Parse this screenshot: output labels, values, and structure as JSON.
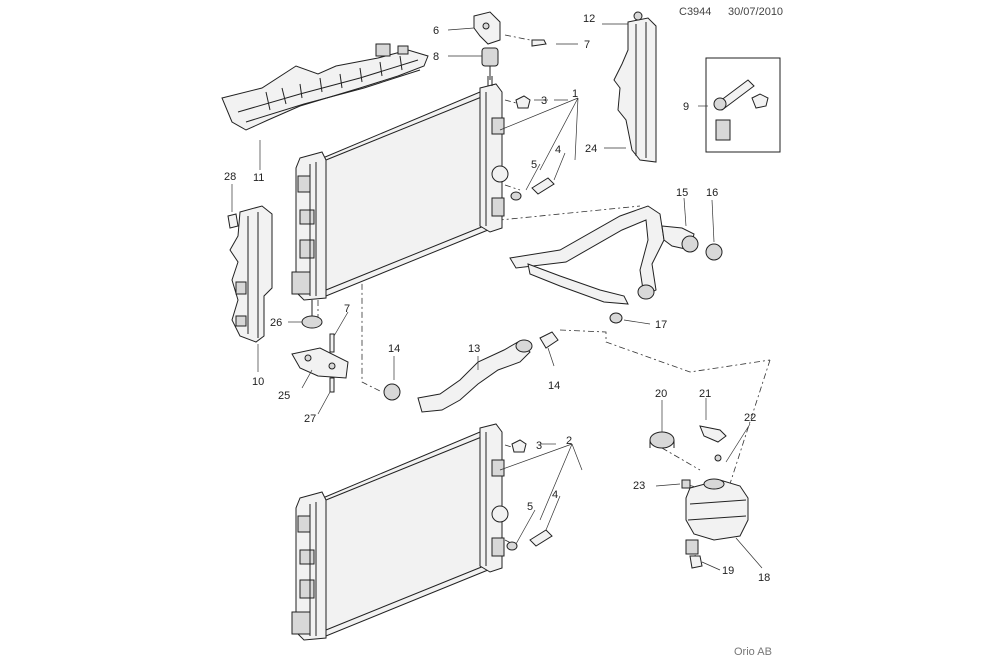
{
  "header": {
    "drawing_id": "C3944",
    "date": "30/07/2010"
  },
  "footer": {
    "copyright": "Orio AB"
  },
  "callouts": {
    "c1": "1",
    "c2": "2",
    "c3a": "3",
    "c3b": "3",
    "c4a": "4",
    "c4b": "4",
    "c5a": "5",
    "c5b": "5",
    "c6": "6",
    "c7a": "7",
    "c7b": "7",
    "c8": "8",
    "c9": "9",
    "c10": "10",
    "c11": "11",
    "c12": "12",
    "c13": "13",
    "c14a": "14",
    "c14b": "14",
    "c15": "15",
    "c16": "16",
    "c17": "17",
    "c18": "18",
    "c19": "19",
    "c20": "20",
    "c21": "21",
    "c22": "22",
    "c23": "23",
    "c24": "24",
    "c25": "25",
    "c26": "26",
    "c27": "27",
    "c28": "28"
  }
}
